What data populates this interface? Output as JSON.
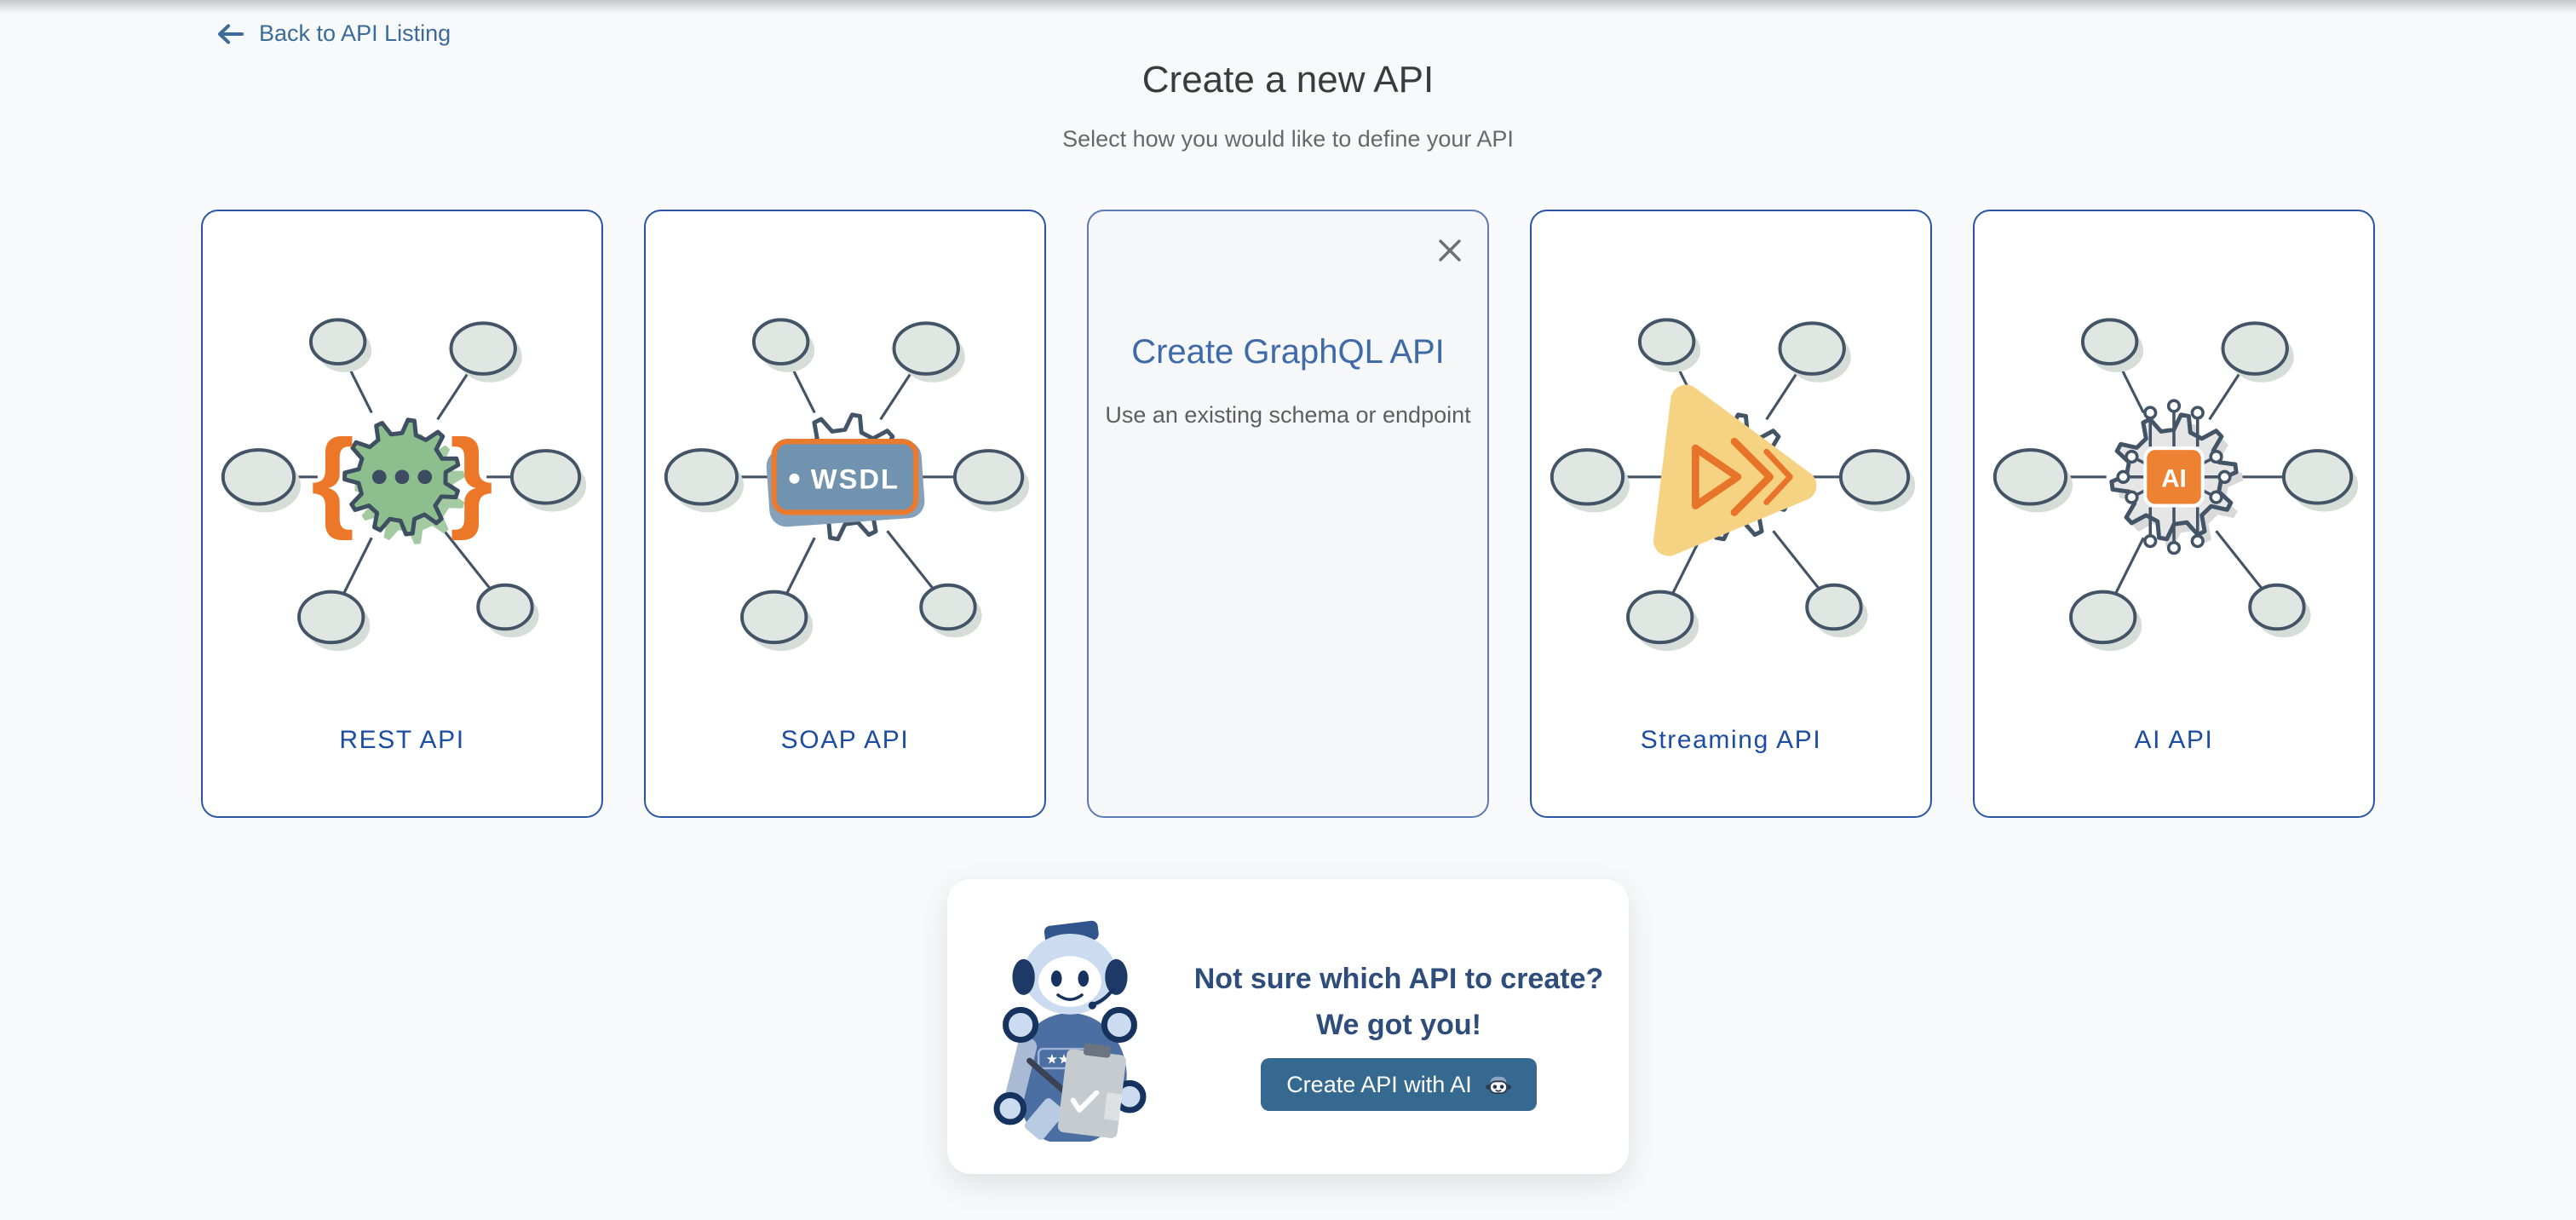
{
  "back_link": {
    "label": "Back to API Listing"
  },
  "header": {
    "title": "Create a new API",
    "subtitle": "Select how you would like to define your API"
  },
  "cards": [
    {
      "id": "rest",
      "label": "REST API",
      "variant": "rest"
    },
    {
      "id": "soap",
      "label": "SOAP API",
      "variant": "soap",
      "badge_text": "WSDL"
    },
    {
      "id": "graphql",
      "variant": "expanded",
      "title": "Create GraphQL API",
      "subtitle": "Use an existing schema or endpoint"
    },
    {
      "id": "streaming",
      "label": "Streaming API",
      "variant": "streaming"
    },
    {
      "id": "ai",
      "label": "AI API",
      "variant": "ai",
      "badge_text": "AI"
    }
  ],
  "helper": {
    "title_line1": "Not sure which API to create?",
    "title_line2": "We got you!",
    "button_label": "Create API with AI"
  },
  "colors": {
    "page_bg": "#f8f9fa",
    "card_border": "#2b55a4",
    "expanded_border": "#5d7ab2",
    "expanded_bg": "#f6f7f9",
    "label_blue": "#1c4da2",
    "link_blue": "#3a6b99",
    "title_grey": "#3b3b3b",
    "navy_text": "#2e4d7b",
    "button_bg": "#35698f",
    "orange": "#ed7728",
    "green_gear": "#8dbe8e",
    "gear_outline": "#425466",
    "node_fill": "#e0e6e2",
    "node_shadow": "#d6ddd8",
    "badge_blue": "#7193b0",
    "yellow": "#f6d383",
    "ai_orange": "#ee8233",
    "ai_gear_fill": "#e6e6e6"
  }
}
